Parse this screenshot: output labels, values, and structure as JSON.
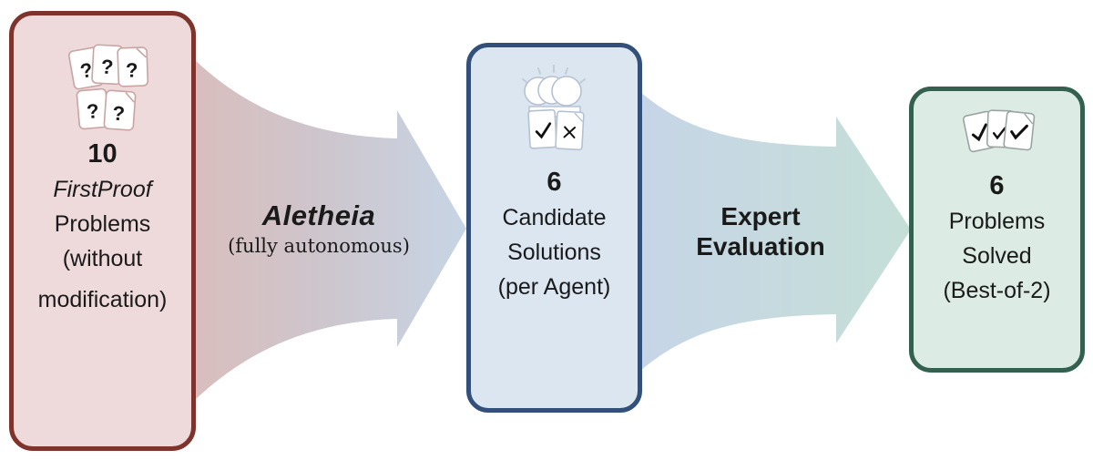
{
  "stage_problems": {
    "count": "10",
    "title": "FirstProof",
    "line1": "Problems",
    "line2": "(without",
    "line3": "modification)"
  },
  "arrow_aletheia": {
    "title": "Aletheia",
    "subtitle": "(fully autonomous)"
  },
  "stage_candidates": {
    "count": "6",
    "line1": "Candidate",
    "line2": "Solutions",
    "line3": "(per Agent)"
  },
  "arrow_expert": {
    "line1": "Expert",
    "line2": "Evaluation"
  },
  "stage_solved": {
    "count": "6",
    "line1": "Problems",
    "line2": "Solved",
    "line3": "(Best-of-2)"
  },
  "icons": {
    "question_mark": "?",
    "stage1_icon": "question-papers-icon",
    "stage2_icon": "ideas-papers-check-cross-icon",
    "stage3_icon": "check-papers-icon"
  },
  "colors": {
    "stage1_border": "#7f332d",
    "stage1_fill": "#eedadb",
    "stage2_border": "#32507a",
    "stage2_fill": "#dce6f1",
    "stage3_border": "#34614f",
    "stage3_fill": "#dcebe4",
    "arrow1_start": "#d9bebd",
    "arrow1_mid": "#cdc6ce",
    "arrow1_end": "#c7d5e5",
    "arrow2_start": "#c6d5e7",
    "arrow2_end": "#c5dfd7",
    "text": "#1a1a1a"
  }
}
